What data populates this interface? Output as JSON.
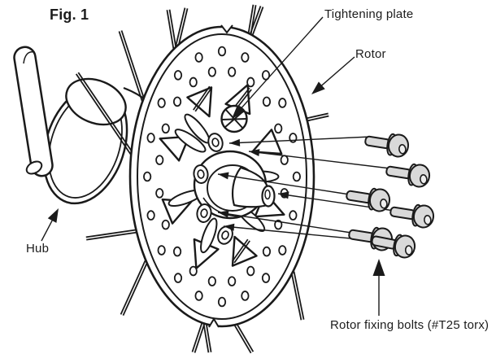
{
  "figure": {
    "number_label": "Fig. 1"
  },
  "annotations": {
    "tightening_plate": "Tightening plate",
    "rotor": "Rotor",
    "hub": "Hub",
    "rotor_fixing_bolts": "Rotor fixing bolts (#T25 torx)"
  },
  "colors": {
    "line": "#1a1a1a",
    "bolt_fill": "#d9d9d9",
    "text": "#1c1c1c",
    "background": "#ffffff"
  }
}
